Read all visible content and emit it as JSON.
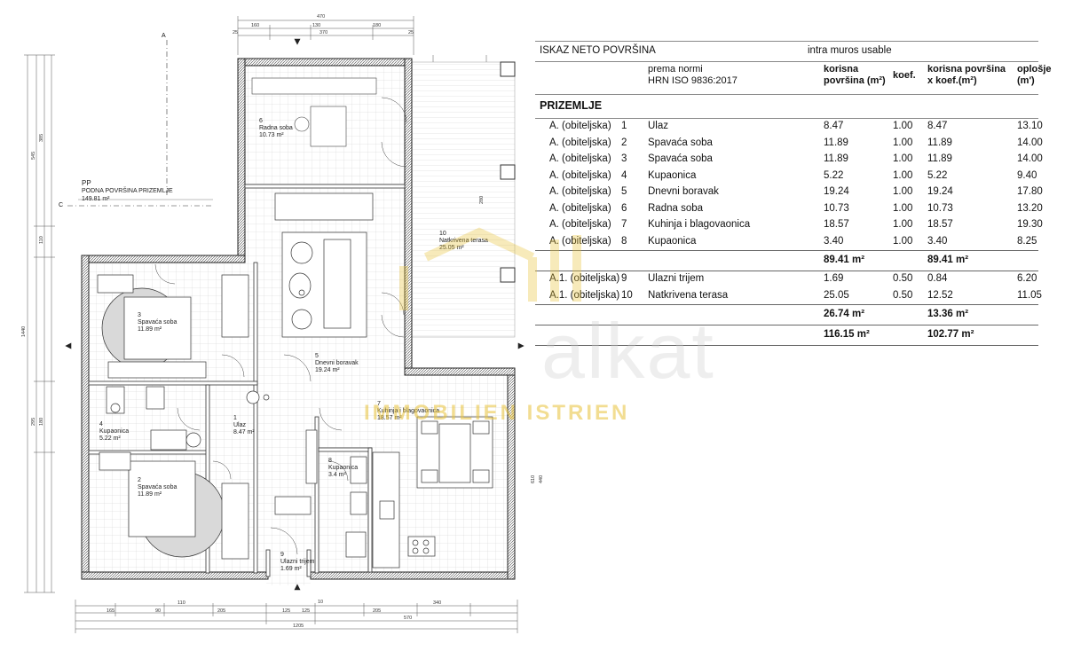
{
  "plan": {
    "floor_code": "PP",
    "floor_area_label": "PODNA POVRŠINA PRIZEMLJE",
    "floor_area_value": "149.81 m²",
    "axis_a": "A",
    "axis_c": "C",
    "rooms": [
      {
        "no": "1",
        "name": "Ulaz",
        "area": "8.47 m²"
      },
      {
        "no": "2",
        "name": "Spavaća soba",
        "area": "11.89 m²"
      },
      {
        "no": "3",
        "name": "Spavaća soba",
        "area": "11.89 m²"
      },
      {
        "no": "4",
        "name": "Kupaonica",
        "area": "5.22 m²"
      },
      {
        "no": "5",
        "name": "Dnevni boravak",
        "area": "19.24 m²"
      },
      {
        "no": "6",
        "name": "Radna soba",
        "area": "10.73 m²"
      },
      {
        "no": "7",
        "name": "Kuhinja i blagovaonica",
        "area": "18.57 m²"
      },
      {
        "no": "8",
        "name": "Kupaonica",
        "area": "3.4 m²"
      },
      {
        "no": "9",
        "name": "Ulazni trijem",
        "area": "1.69 m²"
      },
      {
        "no": "10",
        "name": "Natkrivena terasa",
        "area": "25.05 m²"
      }
    ],
    "dims_top": [
      "470",
      "160",
      "130",
      "180",
      "25",
      "370",
      "25"
    ],
    "dims_bottom": [
      "1205",
      "165",
      "90",
      "110",
      "205",
      "125",
      "125",
      "10",
      "205",
      "340",
      "570"
    ],
    "dims_left": [
      "1440",
      "545",
      "385",
      "110",
      "295",
      "180"
    ],
    "dims_right": [
      "440",
      "610",
      "280"
    ]
  },
  "table": {
    "title": "ISKAZ NETO POVRŠINA",
    "subtitle": "intra muros usable",
    "header": {
      "norm_line1": "prema normi",
      "norm_line2": "HRN ISO 9836:2017",
      "area_line1": "korisna",
      "area_line2": "površina (m²)",
      "koef": "koef.",
      "area_koef_line1": "korisna površina",
      "area_koef_line2": "x koef.(m²)",
      "oplosje_line1": "oplošje",
      "oplosje_line2": "(m')"
    },
    "section": "PRIZEMLJE",
    "rows": [
      {
        "type": "A. (obiteljska)",
        "no": "1",
        "name": "Ulaz",
        "area": "8.47",
        "koef": "1.00",
        "area_koef": "8.47",
        "oplosje": "13.10"
      },
      {
        "type": "A. (obiteljska)",
        "no": "2",
        "name": "Spavaća soba",
        "area": "11.89",
        "koef": "1.00",
        "area_koef": "11.89",
        "oplosje": "14.00"
      },
      {
        "type": "A. (obiteljska)",
        "no": "3",
        "name": "Spavaća soba",
        "area": "11.89",
        "koef": "1.00",
        "area_koef": "11.89",
        "oplosje": "14.00"
      },
      {
        "type": "A. (obiteljska)",
        "no": "4",
        "name": "Kupaonica",
        "area": "5.22",
        "koef": "1.00",
        "area_koef": "5.22",
        "oplosje": "9.40"
      },
      {
        "type": "A. (obiteljska)",
        "no": "5",
        "name": "Dnevni boravak",
        "area": "19.24",
        "koef": "1.00",
        "area_koef": "19.24",
        "oplosje": "17.80"
      },
      {
        "type": "A. (obiteljska)",
        "no": "6",
        "name": "Radna soba",
        "area": "10.73",
        "koef": "1.00",
        "area_koef": "10.73",
        "oplosje": "13.20"
      },
      {
        "type": "A. (obiteljska)",
        "no": "7",
        "name": "Kuhinja i blagovaonica",
        "area": "18.57",
        "koef": "1.00",
        "area_koef": "18.57",
        "oplosje": "19.30"
      },
      {
        "type": "A. (obiteljska)",
        "no": "8",
        "name": "Kupaonica",
        "area": "3.40",
        "koef": "1.00",
        "area_koef": "3.40",
        "oplosje": "8.25"
      }
    ],
    "subtotal_a": {
      "area": "89.41 m²",
      "area_koef": "89.41 m²"
    },
    "rows_a1": [
      {
        "type": "A.1. (obiteljska)",
        "no": "9",
        "name": "Ulazni trijem",
        "area": "1.69",
        "koef": "0.50",
        "area_koef": "0.84",
        "oplosje": "6.20"
      },
      {
        "type": "A.1. (obiteljska)",
        "no": "10",
        "name": "Natkrivena terasa",
        "area": "25.05",
        "koef": "0.50",
        "area_koef": "12.52",
        "oplosje": "11.05"
      }
    ],
    "subtotal_a1": {
      "area": "26.74 m²",
      "area_koef": "13.36 m²"
    },
    "total": {
      "area": "116.15 m²",
      "area_koef": "102.77 m²"
    }
  },
  "watermark": {
    "line1": "alkat",
    "line2": "IMMOBILIEN ISTRIEN",
    "color": "#e9c33a"
  }
}
